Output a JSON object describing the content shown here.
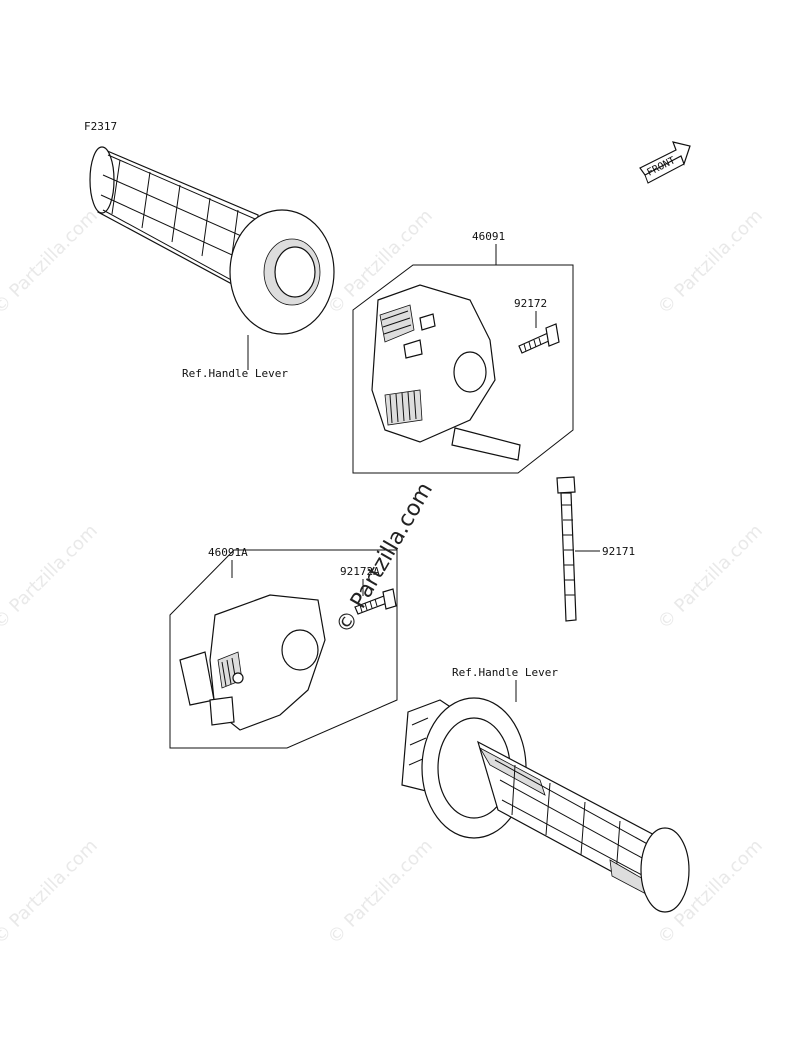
{
  "diagram_code": "F2317",
  "front_arrow_text": "FRONT",
  "watermark": "© Partzilla.com",
  "labels": {
    "ref_handle_lever_left": "Ref.Handle Lever",
    "ref_handle_lever_right": "Ref.Handle Lever",
    "p46091": "46091",
    "p92172": "92172",
    "p46091a": "46091A",
    "p92172a": "92172A",
    "p92171": "92171"
  }
}
